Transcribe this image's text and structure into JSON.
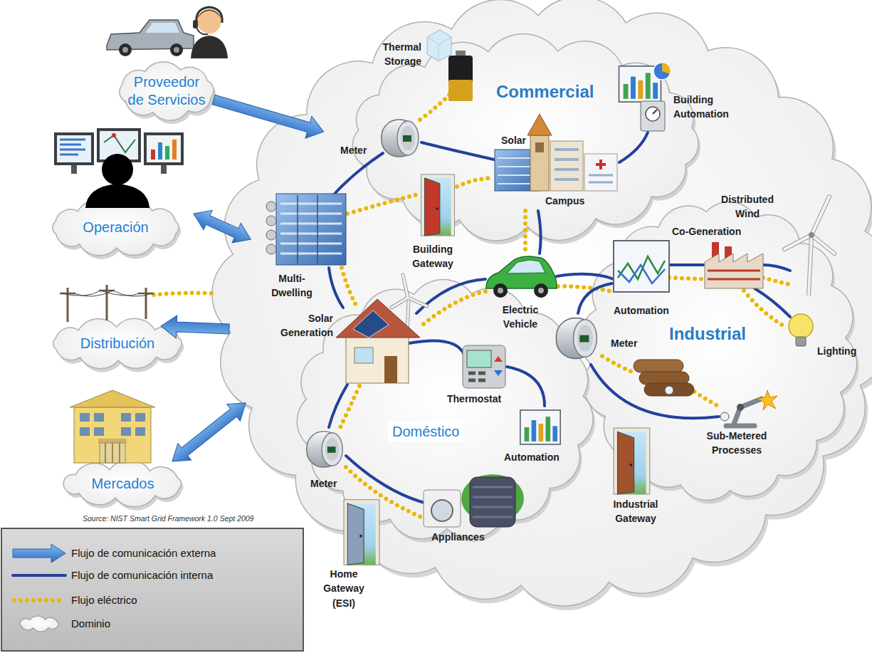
{
  "diagram": {
    "nodes": [
      {
        "text": [
          "Proveedor de Servicios"
        ]
      },
      {
        "text": [
          "Operación"
        ]
      },
      {
        "text": [
          "Distribución"
        ]
      },
      {
        "text": [
          "Mercados"
        ]
      },
      {
        "text": [
          "Commercial"
        ]
      },
      {
        "text": [
          "Industrial"
        ]
      },
      {
        "text": [
          "Doméstico"
        ]
      }
    ],
    "labels": [
      "Thermal Storage",
      "Building Automation",
      "Meter",
      "Solar",
      "Campus",
      "Building Gateway",
      "Multi-Dwelling",
      "Distributed Wind",
      "Co-Generation",
      "Automation",
      "Meter",
      "Lighting",
      "Electric Vehicle",
      "Solar Generation",
      "Thermostat",
      "Automation",
      "Meter",
      "Appliances",
      "Sub-Metered Processes",
      "Industrial Gateway",
      "Home Gateway (ESI)",
      "Source: NIST Smart Grid Framework 1.0 Sept 2009"
    ],
    "legend": [
      {
        "text": "Flujo de comunicación externa"
      },
      {
        "text": "Flujo de comunicación interna"
      },
      {
        "text": "Flujo eléctrico"
      },
      {
        "text": "Dominio"
      }
    ]
  }
}
